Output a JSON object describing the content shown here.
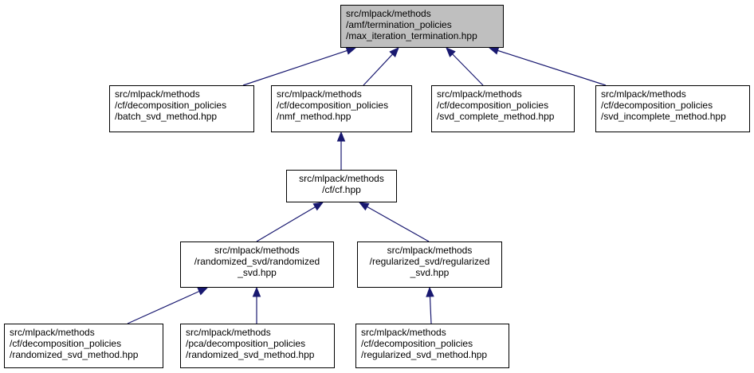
{
  "colors": {
    "edge": "#191970",
    "root_fill": "#bfbfbf",
    "node_fill": "#ffffff",
    "border": "#000000"
  },
  "nodes": {
    "root": [
      "src/mlpack/methods",
      "/amf/termination_policies",
      "/max_iteration_termination.hpp"
    ],
    "batch_svd": [
      "src/mlpack/methods",
      "/cf/decomposition_policies",
      "/batch_svd_method.hpp"
    ],
    "nmf": [
      "src/mlpack/methods",
      "/cf/decomposition_policies",
      "/nmf_method.hpp"
    ],
    "svd_complete": [
      "src/mlpack/methods",
      "/cf/decomposition_policies",
      "/svd_complete_method.hpp"
    ],
    "svd_incomplete": [
      "src/mlpack/methods",
      "/cf/decomposition_policies",
      "/svd_incomplete_method.hpp"
    ],
    "cf": [
      "src/mlpack/methods",
      "/cf/cf.hpp"
    ],
    "randomized_svd": [
      "src/mlpack/methods",
      "/randomized_svd/randomized",
      "_svd.hpp"
    ],
    "regularized_svd": [
      "src/mlpack/methods",
      "/regularized_svd/regularized",
      "_svd.hpp"
    ],
    "cf_randomized_svd_method": [
      "src/mlpack/methods",
      "/cf/decomposition_policies",
      "/randomized_svd_method.hpp"
    ],
    "pca_randomized_svd_method": [
      "src/mlpack/methods",
      "/pca/decomposition_policies",
      "/randomized_svd_method.hpp"
    ],
    "cf_regularized_svd_method": [
      "src/mlpack/methods",
      "/cf/decomposition_policies",
      "/regularized_svd_method.hpp"
    ]
  },
  "edges": [
    {
      "from": "batch_svd",
      "to": "root"
    },
    {
      "from": "nmf",
      "to": "root"
    },
    {
      "from": "svd_complete",
      "to": "root"
    },
    {
      "from": "svd_incomplete",
      "to": "root"
    },
    {
      "from": "cf",
      "to": "nmf"
    },
    {
      "from": "randomized_svd",
      "to": "cf"
    },
    {
      "from": "regularized_svd",
      "to": "cf"
    },
    {
      "from": "cf_randomized_svd_method",
      "to": "randomized_svd"
    },
    {
      "from": "pca_randomized_svd_method",
      "to": "randomized_svd"
    },
    {
      "from": "cf_regularized_svd_method",
      "to": "regularized_svd"
    }
  ]
}
